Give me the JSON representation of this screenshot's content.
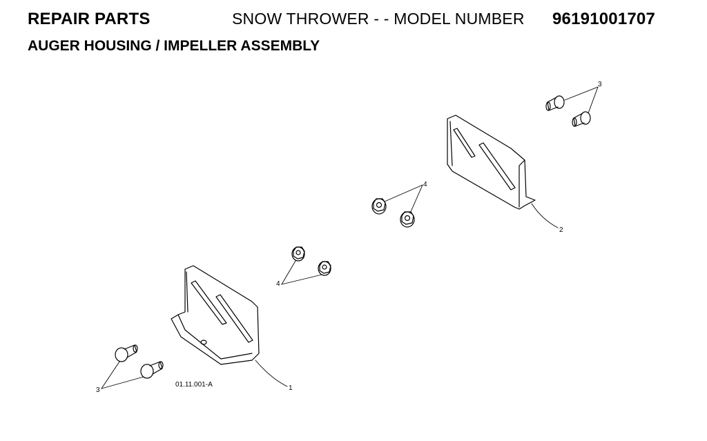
{
  "header": {
    "title": "REPAIR PARTS",
    "product_line": "SNOW THROWER - - MODEL NUMBER",
    "model_number": "96191001707",
    "section": "AUGER HOUSING / IMPELLER ASSEMBLY"
  },
  "diagram": {
    "figure_code": "01.11.001-A",
    "callouts": {
      "part1": "1",
      "part2": "2",
      "part3_left": "3",
      "part3_right": "3",
      "part4_left": "4",
      "part4_right": "4"
    }
  }
}
